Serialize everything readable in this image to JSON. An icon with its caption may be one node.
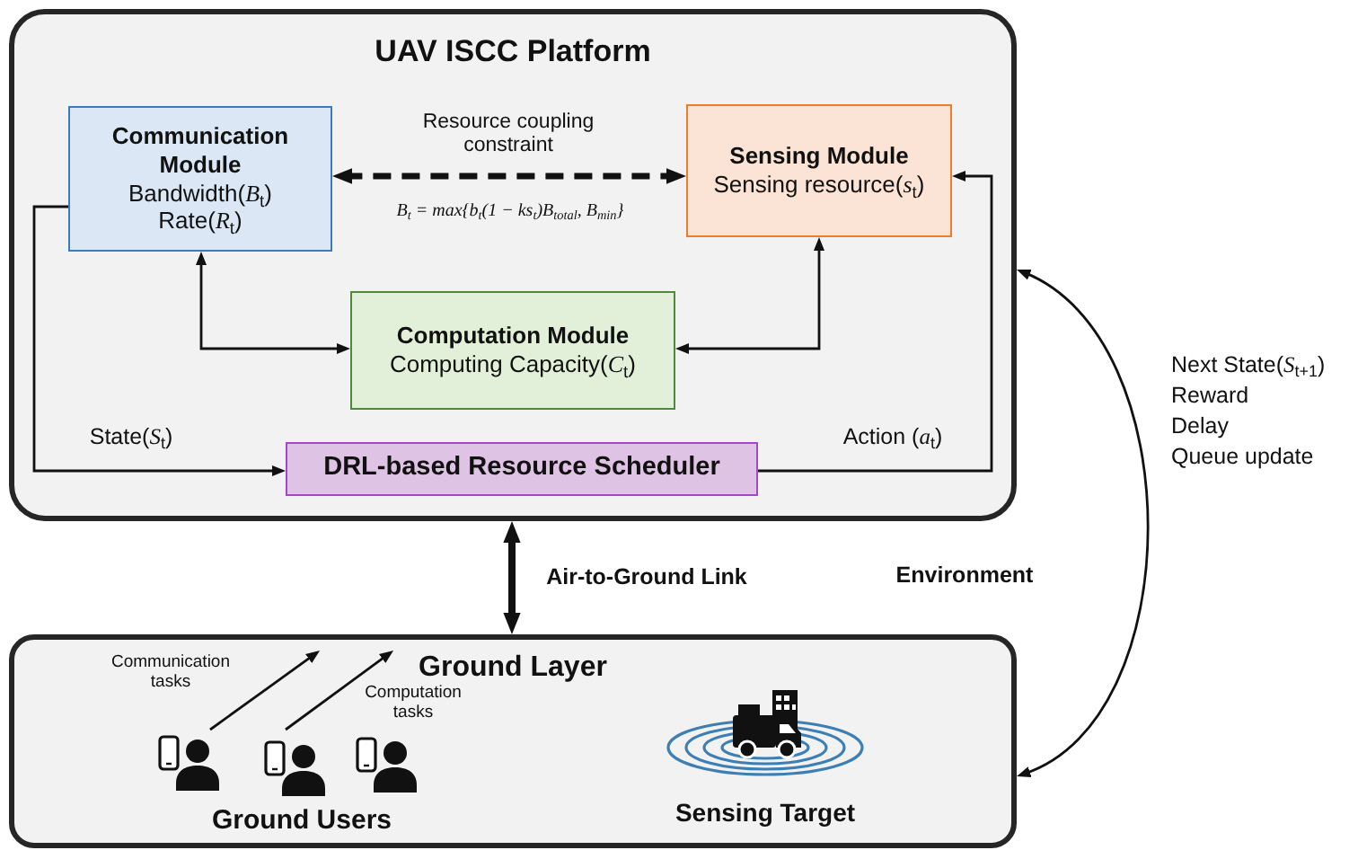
{
  "diagram": {
    "nodes": [
      {
        "text": [
          "UAV ISCC Platform"
        ]
      },
      {
        "text": [
          "Communication Module",
          "Bandwidth(*B*$_{t}$)",
          "Rate(*R*$_{t}$)"
        ],
        "in": 0
      },
      {
        "text": [
          "Sensing Module",
          "Sensing resource(*s*$_{t}$)"
        ],
        "in": 0
      },
      {
        "text": [
          "Computation Module",
          "Computing Capacity(*C*$_{t}$)"
        ],
        "in": 0
      },
      {
        "text": [
          "DRL-based Resource Scheduler"
        ],
        "in": 0
      },
      {
        "text": [
          "Ground Layer"
        ]
      },
      {
        "text": [
          "Ground Users"
        ],
        "in": 5
      },
      {
        "text": [
          "Sensing Target"
        ],
        "in": 5
      }
    ],
    "edges": [
      {
        "from": 1,
        "to": 2,
        "arrow": "both",
        "label": "Resource coupling constraint",
        "style": "dashed"
      },
      {
        "from": 1,
        "to": 3,
        "arrow": "both"
      },
      {
        "from": 2,
        "to": 3,
        "arrow": "both"
      },
      {
        "from": 1,
        "to": 4,
        "arrow": "to",
        "label": "State(*S*$_{t}$)"
      },
      {
        "from": 4,
        "to": 2,
        "arrow": "to",
        "label": "Action (*a*$_{t}$)"
      },
      {
        "from": 0,
        "to": 5,
        "arrow": "both",
        "label": "Air-to-Ground Link",
        "style": "thick"
      },
      {
        "from": 5,
        "to": 0,
        "arrow": "both",
        "label": "Environment"
      },
      {
        "from": 6,
        "to": null,
        "arrow": "to",
        "label": "Communication tasks"
      },
      {
        "from": 6,
        "to": null,
        "arrow": "to",
        "label": "Computation tasks"
      }
    ],
    "labels": [
      "B$_{t}$ = max{b$_{t}$(1 − ks$_{t}$)B$_{total}$, B$_{min}$}",
      "Next State(*S*$_{t+1}$)",
      "Reward",
      "Delay",
      "Queue update"
    ]
  }
}
